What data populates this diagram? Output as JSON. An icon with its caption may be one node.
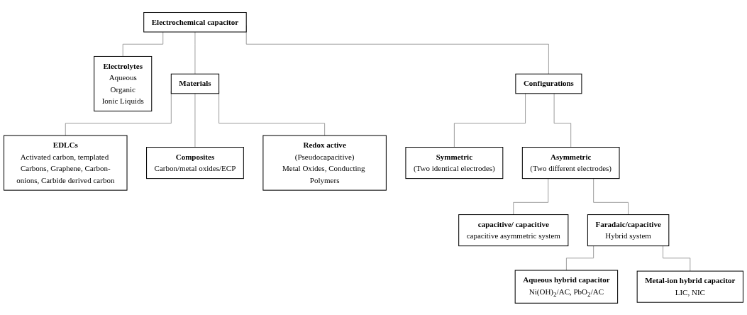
{
  "diagram": {
    "nodes": [
      {
        "text": [
          "Electrochemical capacitor"
        ]
      },
      {
        "text": [
          "Electrolytes",
          "Aqueous",
          "Organic",
          "Ionic Liquids"
        ]
      },
      {
        "text": [
          "Materials"
        ]
      },
      {
        "text": [
          "Configurations"
        ]
      },
      {
        "text": [
          "EDLCs",
          "Activated carbon, templated Carbons, Graphene, Carbon-onions, Carbide derived carbon"
        ]
      },
      {
        "text": [
          "Composites",
          "Carbon/metal oxides/ECP"
        ]
      },
      {
        "text": [
          "Redox active",
          "(Pseudocapacitive)",
          "Metal Oxides, Conducting Polymers"
        ]
      },
      {
        "text": [
          "Symmetric",
          "(Two identical electrodes)"
        ]
      },
      {
        "text": [
          "Asymmetric",
          "(Two different electrodes)"
        ]
      },
      {
        "text": [
          "capacitive/ capacitive",
          "capacitive asymmetric system"
        ]
      },
      {
        "text": [
          "Faradaic/capacitive",
          "Hybrid system"
        ]
      },
      {
        "text": [
          "Aqueous hybrid capacitor",
          "Ni(OH)$_{2}$/AC, PbO$_{2}$/AC"
        ]
      },
      {
        "text": [
          "Metal-ion hybrid capacitor",
          "LIC, NIC"
        ]
      }
    ],
    "edges": [
      {
        "from": 0,
        "to": 1,
        "arrow": "none"
      },
      {
        "from": 0,
        "to": 2,
        "arrow": "none"
      },
      {
        "from": 0,
        "to": 3,
        "arrow": "none"
      },
      {
        "from": 2,
        "to": 4,
        "arrow": "none"
      },
      {
        "from": 2,
        "to": 5,
        "arrow": "none"
      },
      {
        "from": 2,
        "to": 6,
        "arrow": "none"
      },
      {
        "from": 3,
        "to": 7,
        "arrow": "none"
      },
      {
        "from": 3,
        "to": 8,
        "arrow": "none"
      },
      {
        "from": 8,
        "to": 9,
        "arrow": "none"
      },
      {
        "from": 8,
        "to": 10,
        "arrow": "none"
      },
      {
        "from": 10,
        "to": 11,
        "arrow": "none"
      },
      {
        "from": 10,
        "to": 12,
        "arrow": "none"
      }
    ]
  }
}
